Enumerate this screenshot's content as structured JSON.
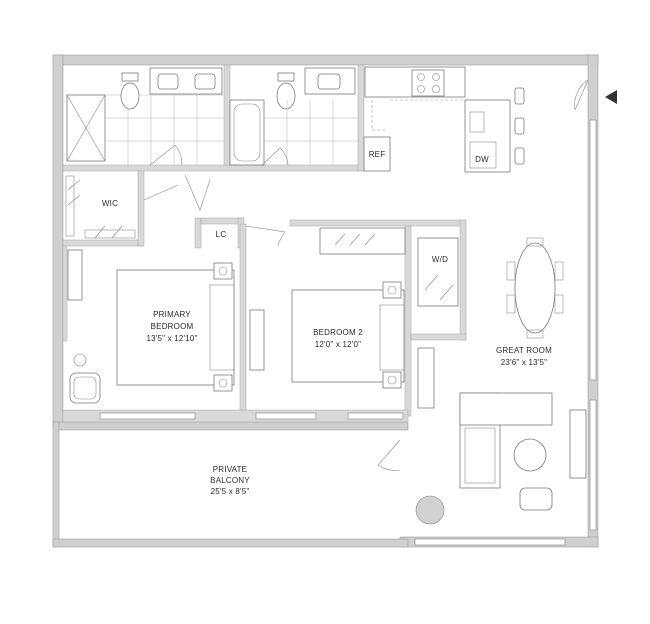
{
  "plan": {
    "rooms": {
      "wic": "WIC",
      "lc": "LC",
      "ref": "REF",
      "dw": "DW",
      "wd": "W/D",
      "primary_name_1": "PRIMARY",
      "primary_name_2": "BEDROOM",
      "primary_dims": "13'5\" x 12'10\"",
      "bedroom2_name": "BEDROOM 2",
      "bedroom2_dims": "12'0\" x 12'0\"",
      "great_name": "GREAT ROOM",
      "great_dims": "23'6\" x 13'5\"",
      "balcony_name_1": "PRIVATE",
      "balcony_name_2": "BALCONY",
      "balcony_dims": "25'5 x 8'5\""
    },
    "entry_marker_icon": "triangle-left-icon"
  }
}
